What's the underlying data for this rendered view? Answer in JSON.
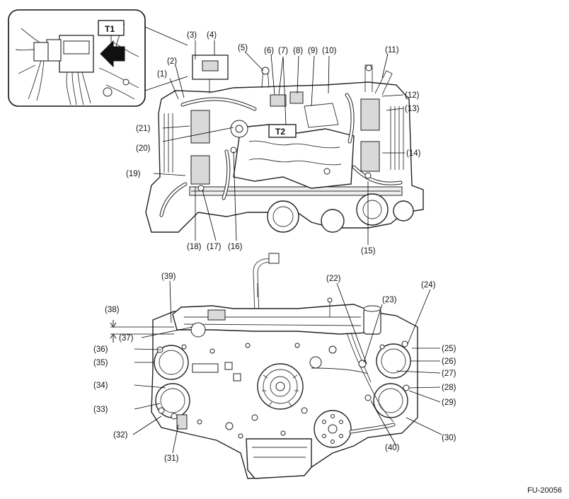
{
  "figure_id": "FU-20056",
  "box_labels": {
    "inset_box": "T1",
    "engine_box": "T2"
  },
  "callouts": {
    "c1": "(1)",
    "c2": "(2)",
    "c3": "(3)",
    "c4": "(4)",
    "c5": "(5)",
    "c6": "(6)",
    "c7": "(7)",
    "c8": "(8)",
    "c9": "(9)",
    "c10": "(10)",
    "c11": "(11)",
    "c12": "(12)",
    "c13": "(13)",
    "c14": "(14)",
    "c15": "(15)",
    "c16": "(16)",
    "c17": "(17)",
    "c18": "(18)",
    "c19": "(19)",
    "c20": "(20)",
    "c21": "(21)",
    "c22": "(22)",
    "c23": "(23)",
    "c24": "(24)",
    "c25": "(25)",
    "c26": "(26)",
    "c27": "(27)",
    "c28": "(28)",
    "c29": "(29)",
    "c30": "(30)",
    "c31": "(31)",
    "c32": "(32)",
    "c33": "(33)",
    "c34": "(34)",
    "c35": "(35)",
    "c36": "(36)",
    "c37": "(37)",
    "c38": "(38)",
    "c39": "(39)",
    "c40": "(40)"
  }
}
